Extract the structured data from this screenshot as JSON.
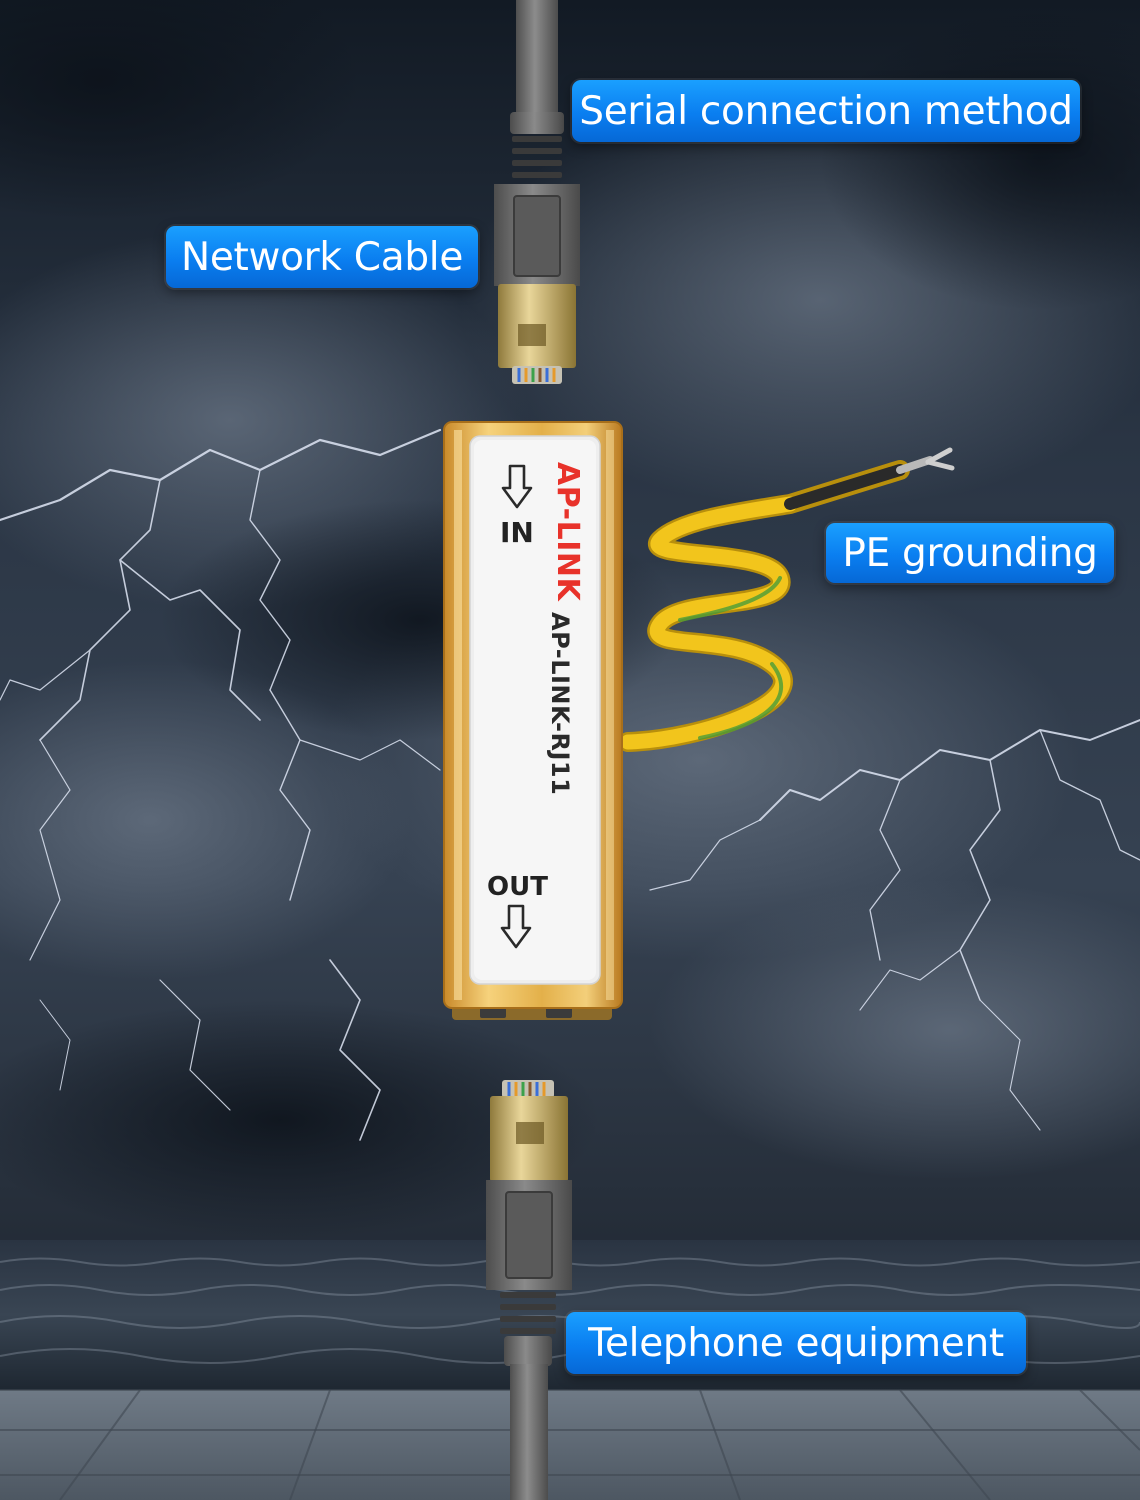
{
  "callouts": {
    "serial": "Serial connection method",
    "network": "Network Cable",
    "pe": "PE grounding",
    "telephone": "Telephone equipment"
  },
  "device": {
    "brand": "AP-LINK",
    "model": "AP-LINK-RJ11",
    "in_label": "IN",
    "out_label": "OUT"
  },
  "colors": {
    "callout_blue": "#0a7ef0",
    "device_gold": "#e3b04a",
    "brand_red": "#e8322a",
    "wire_yellow": "#f2c51c",
    "wire_green": "#3f9a3a",
    "cable_gray": "#6e6e6e"
  }
}
